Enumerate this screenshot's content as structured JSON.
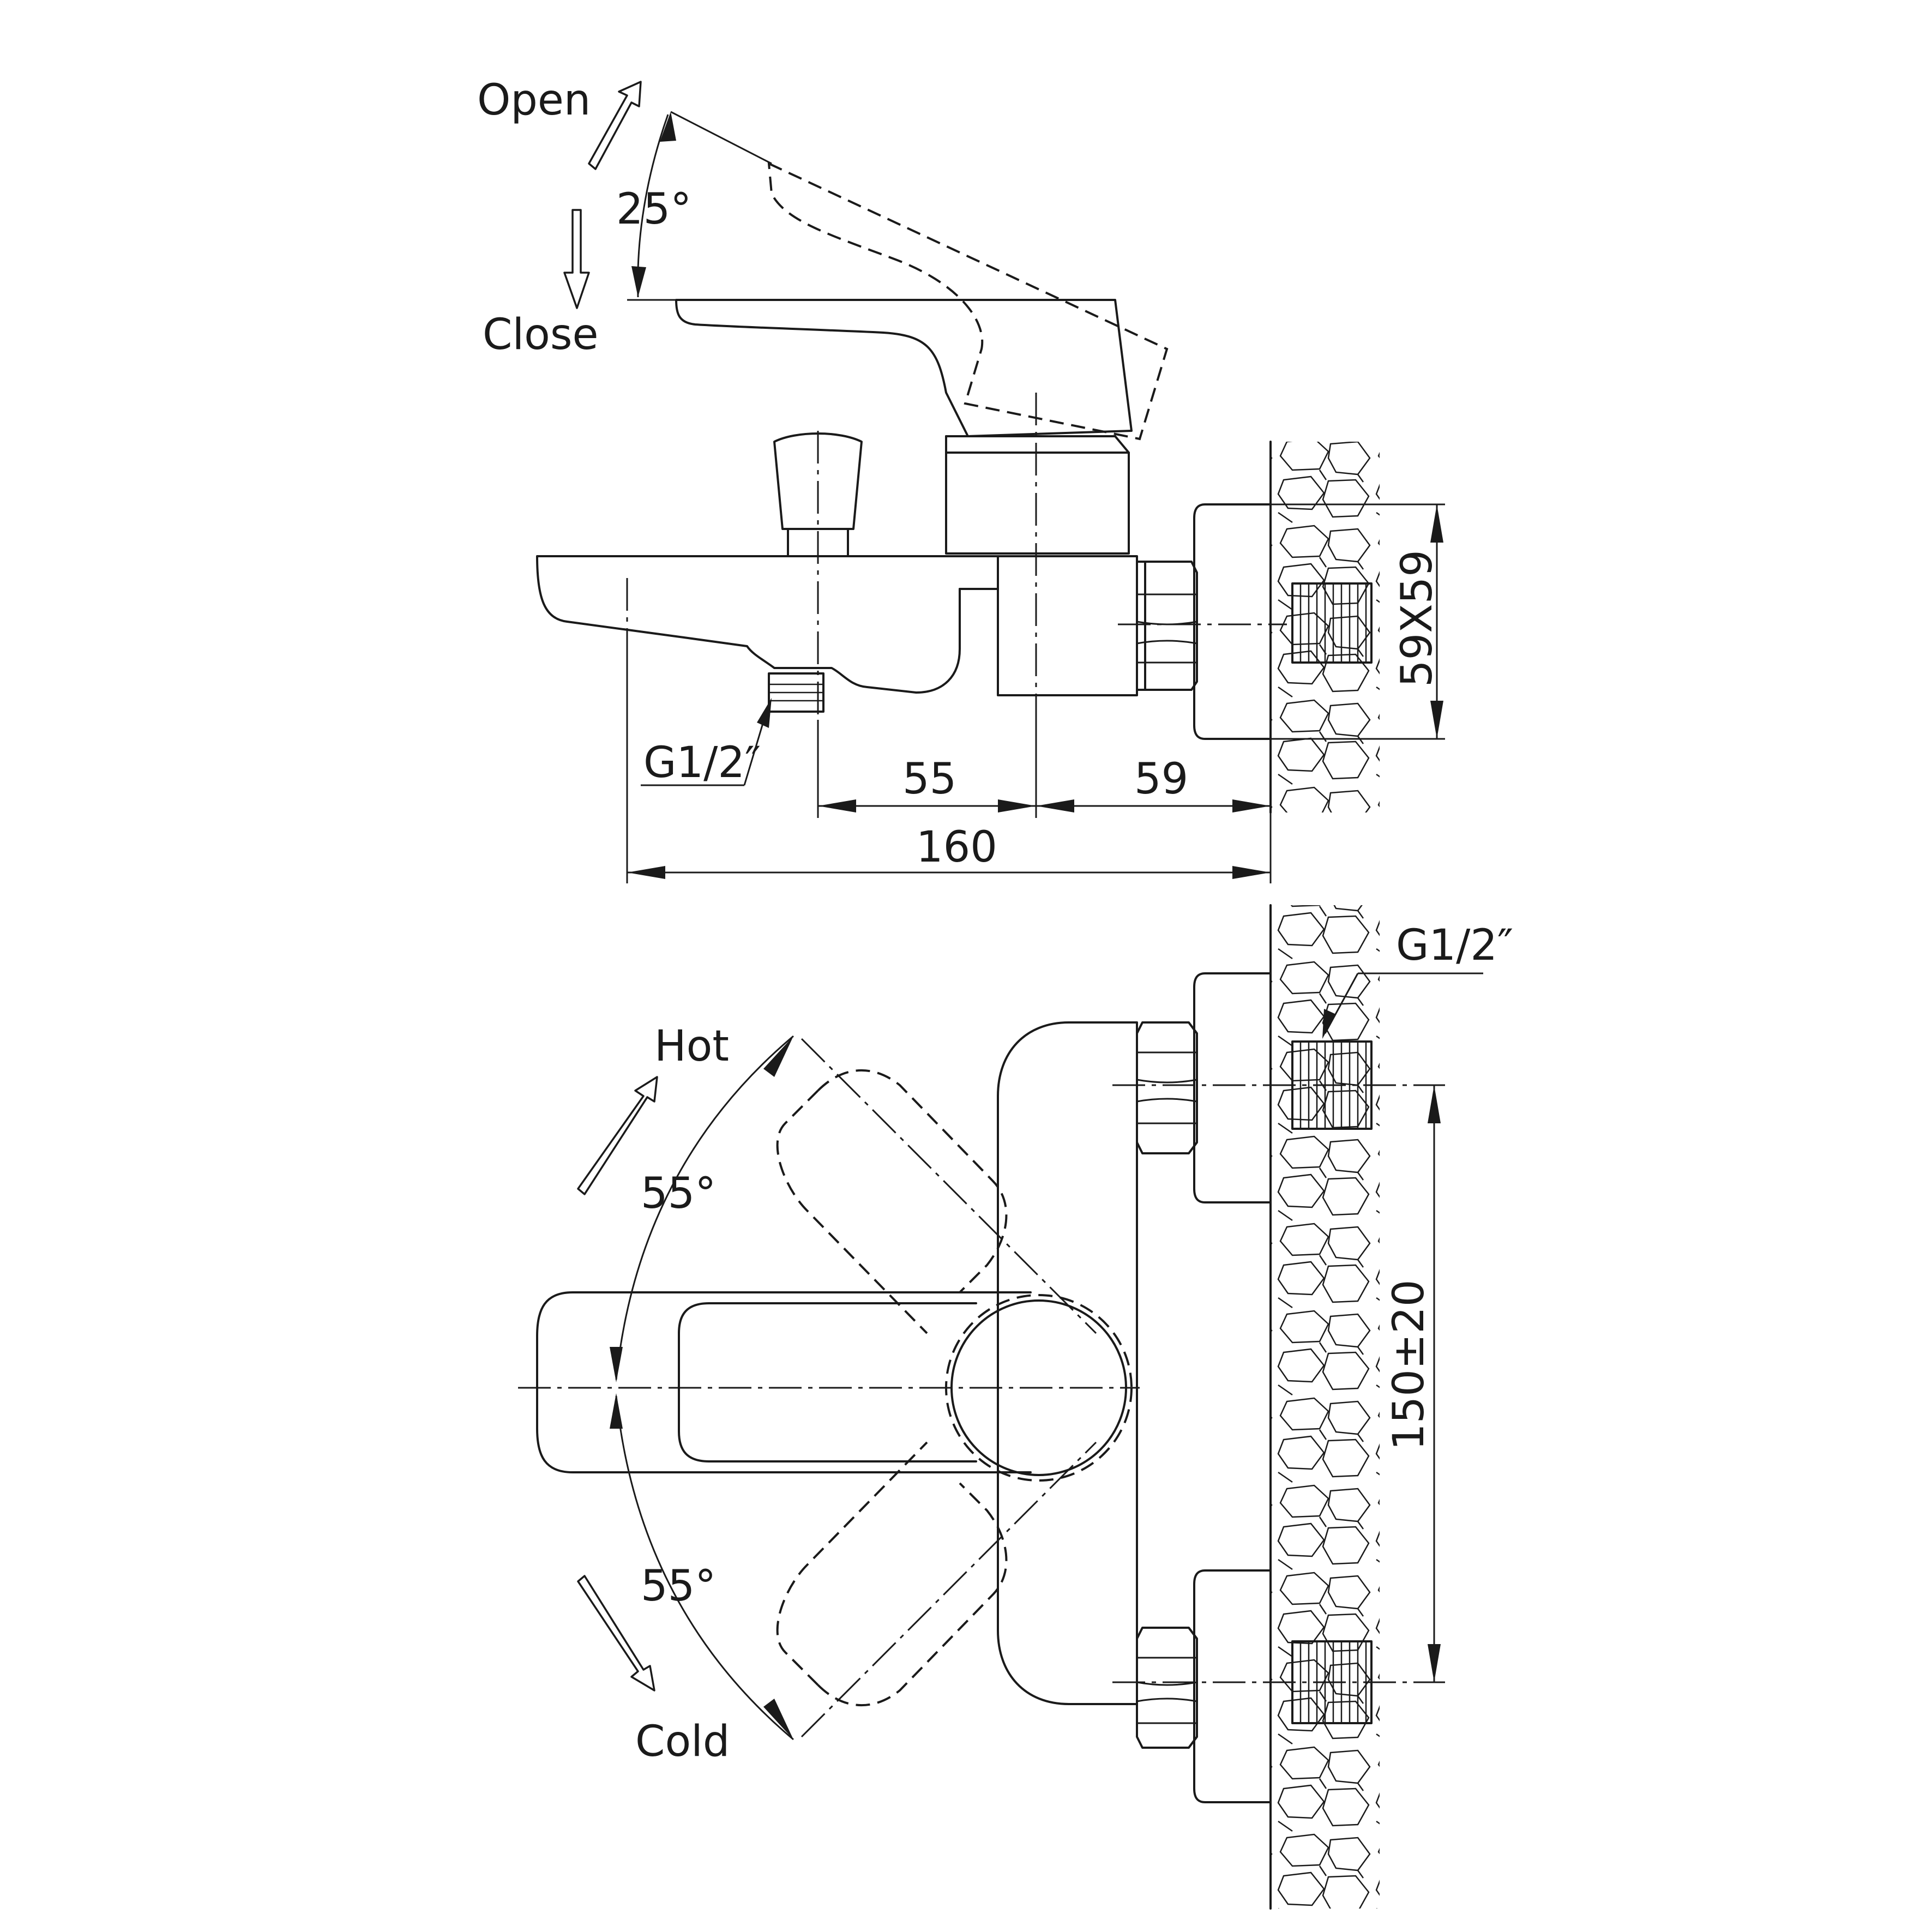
{
  "side_view": {
    "open_label": "Open",
    "close_label": "Close",
    "lever_angle": "25°",
    "outlet_thread": "G1/2″",
    "dim_55": "55",
    "dim_59": "59",
    "dim_160": "160",
    "flange_size": "59X59"
  },
  "top_view": {
    "hot_label": "Hot",
    "cold_label": "Cold",
    "hot_angle": "55°",
    "cold_angle": "55°",
    "inlet_thread": "G1/2″",
    "inlet_spacing": "150±20"
  }
}
